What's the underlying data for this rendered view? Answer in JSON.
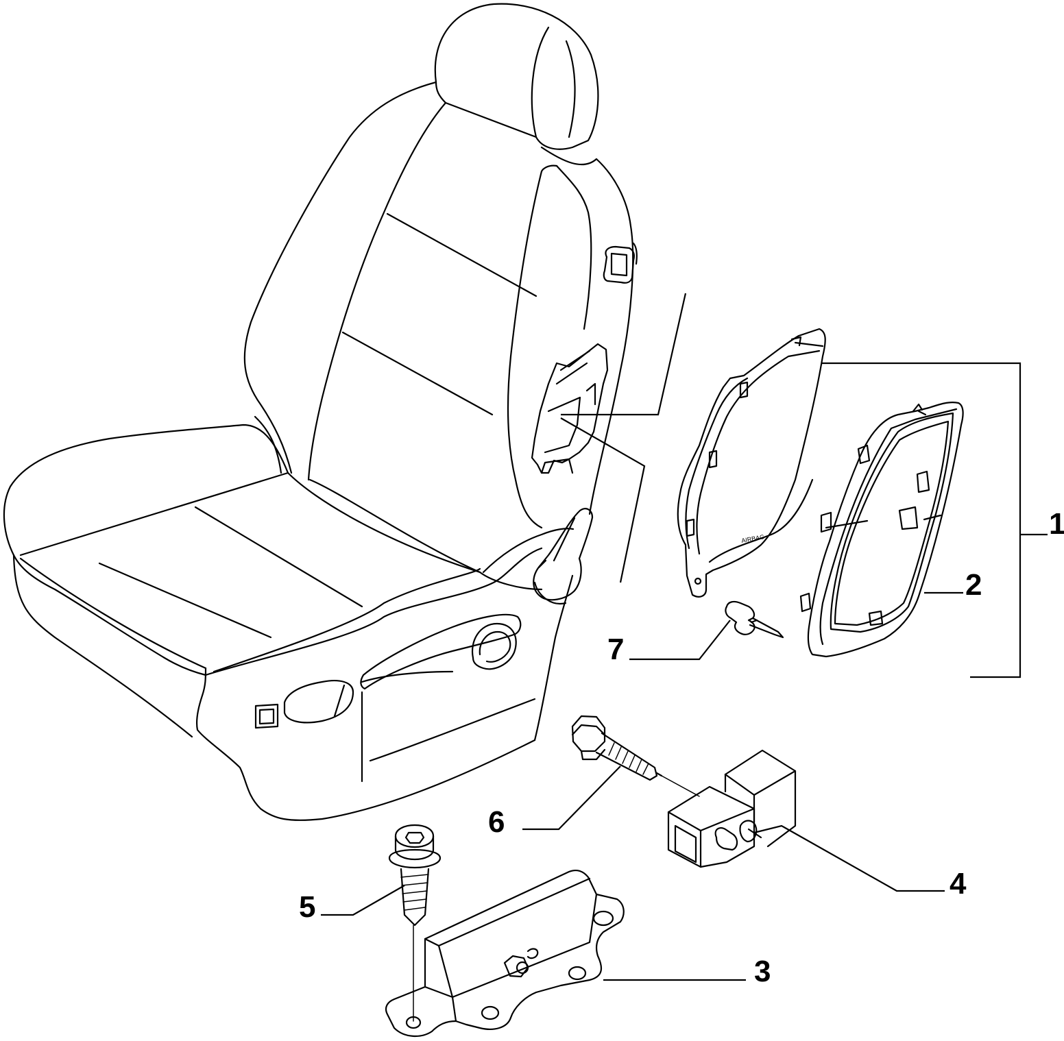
{
  "callouts": [
    {
      "id": "1",
      "label": "1"
    },
    {
      "id": "2",
      "label": "2"
    },
    {
      "id": "3",
      "label": "3"
    },
    {
      "id": "4",
      "label": "4"
    },
    {
      "id": "5",
      "label": "5"
    },
    {
      "id": "6",
      "label": "6"
    },
    {
      "id": "7",
      "label": "7"
    }
  ],
  "airbag_marking": "AIRBAG"
}
